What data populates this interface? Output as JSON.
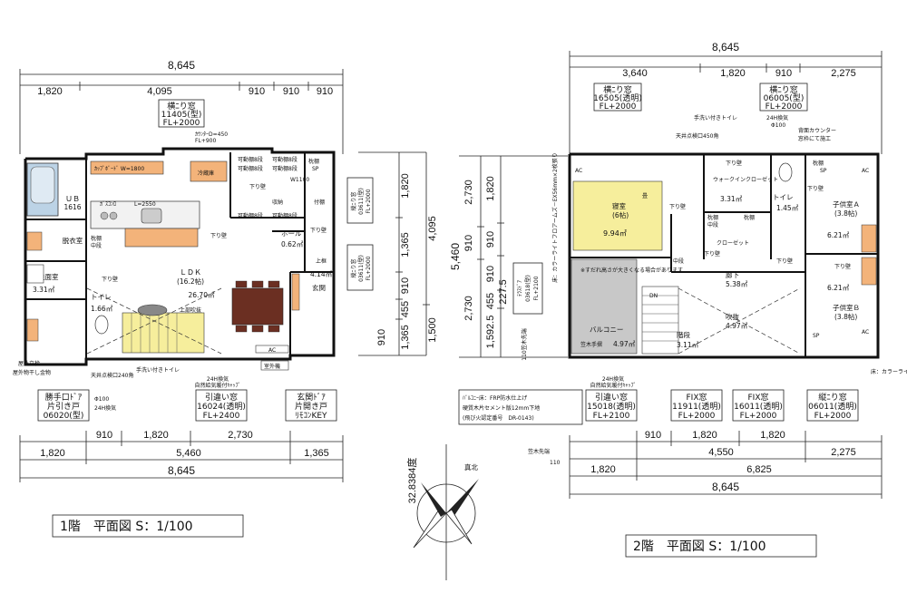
{
  "floor1": {
    "title": "1階　平面図 S：1/100",
    "dims_top_total": "8,645",
    "dims_top": [
      "1,820",
      "4,095",
      "910",
      "910",
      "910"
    ],
    "dims_bottom_1": [
      "910",
      "1,820",
      "2,730"
    ],
    "dims_bottom_2": [
      "1,820",
      "5,460",
      "1,365"
    ],
    "dims_bottom_total": "8,645",
    "dims_right_1": [
      "1,820",
      "1,365",
      "910",
      "455",
      "1,365"
    ],
    "dims_right_2": [
      "4,095",
      "1,500"
    ],
    "dims_right_2b": "910",
    "top_window": [
      "横ﾆり窓",
      "11405(型)",
      "FL+2000"
    ],
    "counter_note": [
      "ｶｳﾝﾀｰD=450",
      "FL+900"
    ],
    "right_window_1": [
      "縦ﾆり窓",
      "03611(型)",
      "FL+2000"
    ],
    "right_window_2": [
      "縦ﾆり窓",
      "03611(型)",
      "FL+2000"
    ],
    "bottom_door_1": [
      "勝手口ﾄﾞｱ",
      "片引き戸",
      "06020(型)"
    ],
    "bottom_window": [
      "引違い窓",
      "16024(透明)",
      "FL+2400"
    ],
    "bottom_door_2": [
      "玄関ﾄﾞｱ",
      "片開き戸",
      "ﾘﾓｺﾝKEY"
    ],
    "vent_1": [
      "Φ100",
      "24H換気"
    ],
    "vent_2": [
      "24H換気",
      "自然給気暖付ｷｬｯﾌﾟ"
    ],
    "rooms": {
      "ub": "ＵＢ",
      "ub_size": "1616",
      "datsui": "脱衣室",
      "sentaku": "洗面室",
      "sentaku_area": "3.31㎡",
      "toilet": "トイレ",
      "toilet_area": "1.66㎡",
      "ldk": "ＬＤＫ",
      "ldk_jo": "(16.2帖)",
      "ldk_area": "26.70㎡",
      "hall": "ホール",
      "hall_area": "0.62㎡",
      "genkan": "玄関",
      "genkan_area": "4.14㎡",
      "cupboard": "ｶｯﾌﾟﾎﾞｰﾄﾞ W=1800",
      "gas": "ｶﾞｽｺﾝﾛ",
      "l2550": "L=2550",
      "reizou": "冷蔵庫",
      "kadou1": "可動棚8段",
      "kadou2": "可動棚8段",
      "kadou3": "可動棚8段",
      "kadou4": "可動棚8段",
      "kadou5": "可動棚8段",
      "kadou6": "可動棚8段",
      "makura": "枕棚",
      "sp": "SP",
      "tsukedana": "付棚",
      "kudari1": "下り壁",
      "kudari2": "下り壁",
      "kudari3": "下り壁",
      "kudari4": "下り壁",
      "shuno": "収納",
      "makura2": "枕棚",
      "nakadan": "中段",
      "joukamachi": "上框",
      "fukinuke": "上部吹抜",
      "tenjou": "天井点検口240角",
      "tearai": "手洗い付きトイレ",
      "okugai_hosui": "屋外立栓",
      "okugai_hoshi": "屋外物干し金物",
      "shitsugaiki": "室外機",
      "ac": "AC",
      "w1100": "W1100"
    }
  },
  "floor2": {
    "title": "2階　平面図 S：1/100",
    "dims_top_total": "8,645",
    "dims_top": [
      "3,640",
      "1,820",
      "910",
      "2,275"
    ],
    "dims_bottom_1": [
      "910",
      "1,820",
      "1,820"
    ],
    "dims_bottom_2": [
      "4,550",
      "2,275"
    ],
    "dims_bottom_3": [
      "1,820",
      "6,825"
    ],
    "dims_bottom_total": "8,645",
    "kasagi": "笠木先端",
    "kasagi_110": "110",
    "dims_left_1": [
      "2,730",
      "910",
      "2,730"
    ],
    "dims_left_2": [
      "1,820",
      "910",
      "910",
      "455"
    ],
    "dims_left_total": "5,460",
    "dims_left_b": [
      "1,592.5",
      "227.5"
    ],
    "kasagi_left": "110笠木先端",
    "top_window_1": [
      "横ﾆり窓",
      "16505(透明)",
      "FL+2000"
    ],
    "top_window_2": [
      "横ﾆり窓",
      "06005(型)",
      "FL+2000"
    ],
    "top_notes": [
      "手洗い付きトイレ",
      "24H換気",
      "Φ100",
      "天井点検口450角",
      "背面カウンター",
      "窓枠にて施工"
    ],
    "left_window": [
      "ﾃﾗｽﾄﾞｱ",
      "03618(型)",
      "FL+2100"
    ],
    "left_note": "床：カラーライトフロアームズ－EX56mm×2枚張り",
    "balcony_note": [
      "ﾊﾞﾙｺﾆｰ床：FRP防水仕上げ",
      "硬質木片セメント版12mm下地",
      "(飛び火認定番号　DR-0143)"
    ],
    "bottom_window_1": [
      "引違い窓",
      "15018(透明)",
      "FL+2100"
    ],
    "bottom_window_2": [
      "FIX窓",
      "11911(透明)",
      "FL+2000"
    ],
    "bottom_window_3": [
      "FIX窓",
      "16011(透明)",
      "FL+2000"
    ],
    "bottom_window_4": [
      "縦ﾆり窓",
      "06011(透明)",
      "FL+2000"
    ],
    "vent": [
      "24H換気",
      "自然給気暖付ｷｬｯﾌﾟ"
    ],
    "right_note": "床：カラーライトフロ",
    "rooms": {
      "shinshitsu": "寝室",
      "shinshitsu_jo": "(6帖)",
      "shinshitsu_area": "9.94㎡",
      "walkin": "ウォークインクローゼット",
      "walkin_area": "3.31㎡",
      "toilet": "トイレ",
      "toilet_area": "1.45㎡",
      "kodomoA": "子供室Ａ",
      "kodomoA_jo": "(3.8帖)",
      "kodomoA_area": "6.21㎡",
      "kodomoB": "子供室Ｂ",
      "kodomoB_jo": "(3.8帖)",
      "kodomoB_area": "6.21㎡",
      "rouka": "廊下",
      "rouka_area": "5.38㎡",
      "fukinuke": "吹抜",
      "fukinuke_area": "4.97㎡",
      "kaidan": "階段",
      "kaidan_area": "3.11㎡",
      "balcony": "バルコニー",
      "kasagi_te": "笠木手摺",
      "balcony_area": "4.97㎡",
      "closet": "クローゼット",
      "makura1": "枕棚",
      "nakadan1": "中段",
      "makura2": "枕棚",
      "nakadan2": "中段",
      "makura3": "枕棚",
      "kudari1": "下り壁",
      "kudari2": "下り壁",
      "kudari3": "下り壁",
      "kudari4": "下り壁",
      "kudari5": "下り壁",
      "kudari6": "下り壁",
      "sp1": "SP",
      "sp2": "SP",
      "ac1": "AC",
      "ac2": "AC",
      "ac3": "AC",
      "dn": "DN",
      "balcony_warn": "※すだれ高さが大きくなる場合があります",
      "furo": "畳"
    }
  },
  "compass": {
    "angle": "32.8384度",
    "north": "真北"
  }
}
